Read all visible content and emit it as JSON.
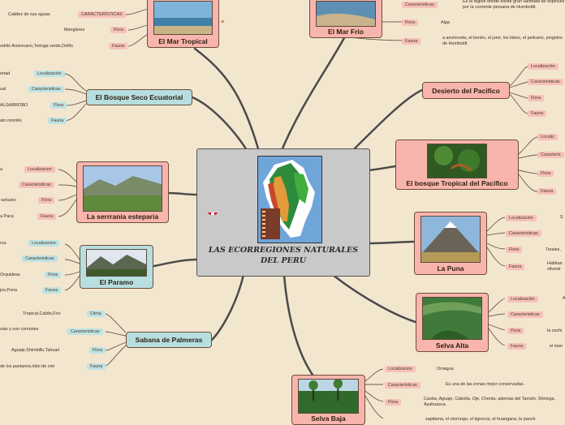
{
  "central": {
    "title_line1": "LAS ECORREGIONES NATURALES",
    "title_line2": "DEL PERU"
  },
  "colors": {
    "pink_node": "#f8b5ad",
    "teal_node": "#b7dfe0",
    "branch": "#4a4a4a",
    "background": "#f3e6cf"
  },
  "icons": {
    "flag": "peru-flag-icon",
    "note": "note-icon"
  },
  "regions": {
    "mar_tropical": {
      "title": "El Mar Tropical",
      "items": [
        {
          "key": "CARACTERÍSTICAS",
          "value": "Calidez de sus aguas"
        },
        {
          "key": "Flora",
          "value": "Manglares"
        },
        {
          "key": "Fauna",
          "value": "odrilo Americano,Tortuga verde,Delfin"
        }
      ]
    },
    "mar_frio": {
      "title": "El Mar Frio",
      "items": [
        {
          "key": "Caracteristicas",
          "value": "Es la región donde existe gran variedad de especies por la corriente peruana de Humboldt."
        },
        {
          "key": "Flora",
          "value": "Alga"
        },
        {
          "key": "Fauna",
          "value": "a anchoveta, el bonito, el jurel, los lobos, el pelicano, pingüino de Humboldt"
        }
      ]
    },
    "bosque_seco": {
      "title": "El Bosque Seco Ecuatorial",
      "items": [
        {
          "key": "Localización",
          "value": "ertad"
        },
        {
          "key": "Caracteristicas",
          "value": "ual"
        },
        {
          "key": "Flora",
          "value": "ALGARROBO"
        },
        {
          "key": "Fauna",
          "value": "ato montés"
        }
      ]
    },
    "desierto": {
      "title": "Desierto del Pacifico",
      "items": [
        {
          "key": "Localización",
          "value": ""
        },
        {
          "key": "Caracteristicas",
          "value": ""
        },
        {
          "key": "Flora",
          "value": ""
        },
        {
          "key": "Fauna",
          "value": ""
        }
      ]
    },
    "estepa": {
      "title": "La serrrania esteparia",
      "items": [
        {
          "key": "Localizacion",
          "value": "a"
        },
        {
          "key": "Caracteristicas",
          "value": ""
        },
        {
          "key": "Flora",
          "value": "-arbusto"
        },
        {
          "key": "Fauna",
          "value": "a Paca"
        }
      ]
    },
    "bosque_tropical": {
      "title": "El bosque Tropical del Pacifico",
      "items": [
        {
          "key": "Localiz",
          "value": ""
        },
        {
          "key": "Caracteris",
          "value": ""
        },
        {
          "key": "Flora",
          "value": ""
        },
        {
          "key": "Fauna",
          "value": ""
        }
      ]
    },
    "paramo": {
      "title": "El Paramo",
      "items": [
        {
          "key": "Localizacion",
          "value": "rca"
        },
        {
          "key": "Caracteristicas",
          "value": ""
        },
        {
          "key": "Flora",
          "value": "Orquideas"
        },
        {
          "key": "Fauna",
          "value": "jos,Puna"
        }
      ]
    },
    "puna": {
      "title": "La Puna",
      "items": [
        {
          "key": "Localización",
          "value": "S"
        },
        {
          "key": "Caracteristicas",
          "value": ""
        },
        {
          "key": "Flora",
          "value": "Torales,"
        },
        {
          "key": "Fauna",
          "value": "Habitan silvestr"
        }
      ]
    },
    "palmeras": {
      "title": "Sabana de Palmeras",
      "items": [
        {
          "key": "Clima",
          "value": "Tropical,Calido,Frio"
        },
        {
          "key": "Caracteristicas",
          "value": "vias y son comunes"
        },
        {
          "key": "Flora",
          "value": "Aguaje,Shimbillo,Tahuari"
        },
        {
          "key": "Fauna",
          "value": "de los pantanos,lobo de crin"
        }
      ]
    },
    "selva_alta": {
      "title": "Selva Alta",
      "items": [
        {
          "key": "Localización",
          "value": "A"
        },
        {
          "key": "Caracteristicas",
          "value": ""
        },
        {
          "key": "Flora",
          "value": "la cochi"
        },
        {
          "key": "Fauna",
          "value": "el mon"
        }
      ]
    },
    "selva_baja": {
      "title": "Selva Baja",
      "items": [
        {
          "key": "Localizacion",
          "value": "Omagua"
        },
        {
          "key": "Caracteristicas",
          "value": "Es una de las zonas mejor conservadas."
        },
        {
          "key": "Flora",
          "value": "Caoba, Aguaje, Cabolla, Oje, Chonta; además del Tamshi, Shiringa, Ayahuasca."
        },
        {
          "key": "Fauna",
          "value": "sapitama, el otorongo, el tigrecos, el huangana, la panch"
        }
      ]
    }
  }
}
